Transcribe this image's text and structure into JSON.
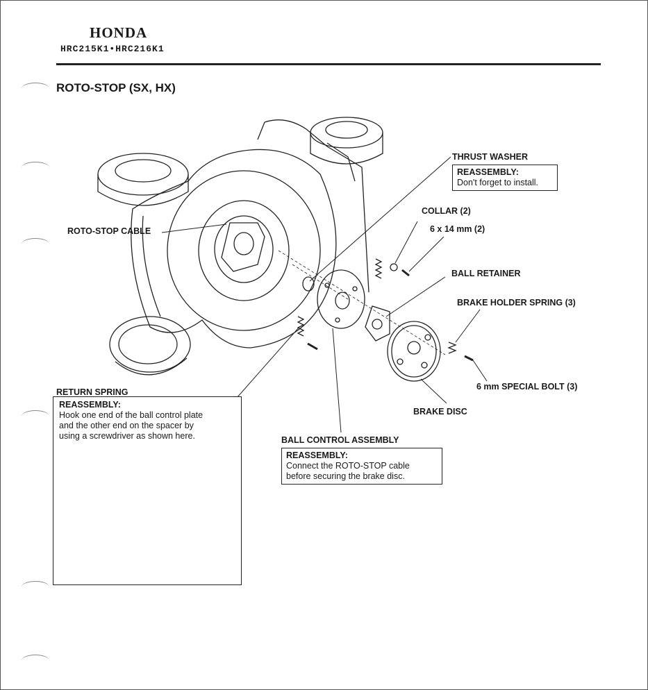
{
  "header": {
    "brand": "HONDA",
    "models": "HRC215K1•HRC216K1"
  },
  "section": {
    "title": "ROTO-STOP (SX, HX)"
  },
  "callouts": {
    "thrust_washer": "THRUST WASHER",
    "thrust_washer_reassembly_head": "REASSEMBLY:",
    "thrust_washer_reassembly_text": "Don't forget to install.",
    "collar": "COLLAR (2)",
    "bolt_6x14": "6 x 14 mm (2)",
    "ball_retainer": "BALL RETAINER",
    "brake_holder_spring": "BRAKE HOLDER SPRING (3)",
    "special_bolt": "6 mm SPECIAL BOLT (3)",
    "brake_disc": "BRAKE DISC",
    "roto_stop_cable": "ROTO-STOP CABLE",
    "return_spring": "RETURN SPRING",
    "return_spring_reassembly_head": "REASSEMBLY:",
    "return_spring_reassembly_line1": "Hook one end of the ball control plate",
    "return_spring_reassembly_line2": "and the other end on the spacer by",
    "return_spring_reassembly_line3": "using a screwdriver as shown here.",
    "ball_control_assembly": "BALL CONTROL ASSEMBLY",
    "ball_control_reassembly_head": "REASSEMBLY:",
    "ball_control_reassembly_line1": "Connect the ROTO-STOP cable",
    "ball_control_reassembly_line2": "before securing the brake disc."
  }
}
